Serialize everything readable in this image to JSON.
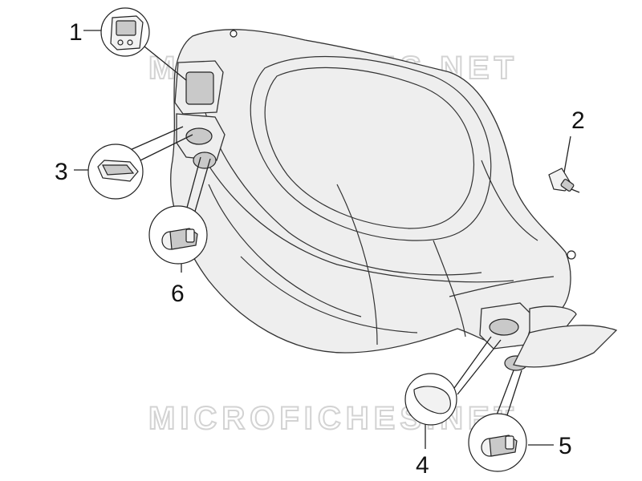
{
  "watermark": "MICROFICHES.NET",
  "callouts": [
    {
      "id": "1",
      "label": "1"
    },
    {
      "id": "2",
      "label": "2"
    },
    {
      "id": "3",
      "label": "3"
    },
    {
      "id": "4",
      "label": "4"
    },
    {
      "id": "5",
      "label": "5"
    },
    {
      "id": "6",
      "label": "6"
    }
  ],
  "icons": {
    "body": "handlebar-cover-icon",
    "part1": "multifunction-switch-icon",
    "part2": "bulb-icon",
    "part3": "rocker-switch-icon",
    "part4": "lens-cover-icon",
    "part5": "push-button-icon",
    "part6": "push-button-icon"
  }
}
